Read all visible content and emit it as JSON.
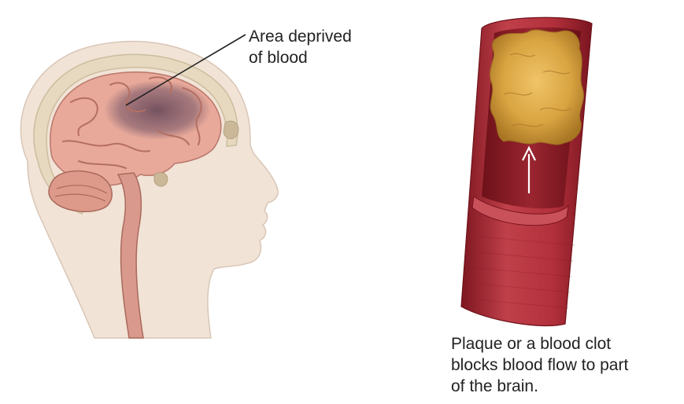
{
  "brain_annotation": {
    "line1": "Area deprived",
    "line2": "of blood"
  },
  "vessel_caption": {
    "line1": "Plaque or a blood clot",
    "line2": "blocks blood flow to part",
    "line3": "of the brain."
  },
  "colors": {
    "skin": "#f1e3d6",
    "skull": "#e6d9bf",
    "brain": "#e8a99a",
    "ischemic_area": "#7a5a66",
    "vessel": "#b3313a",
    "vessel_inner": "#8f1f2a",
    "plaque": "#d9a441"
  },
  "icons": [
    "flow-arrow-icon"
  ]
}
